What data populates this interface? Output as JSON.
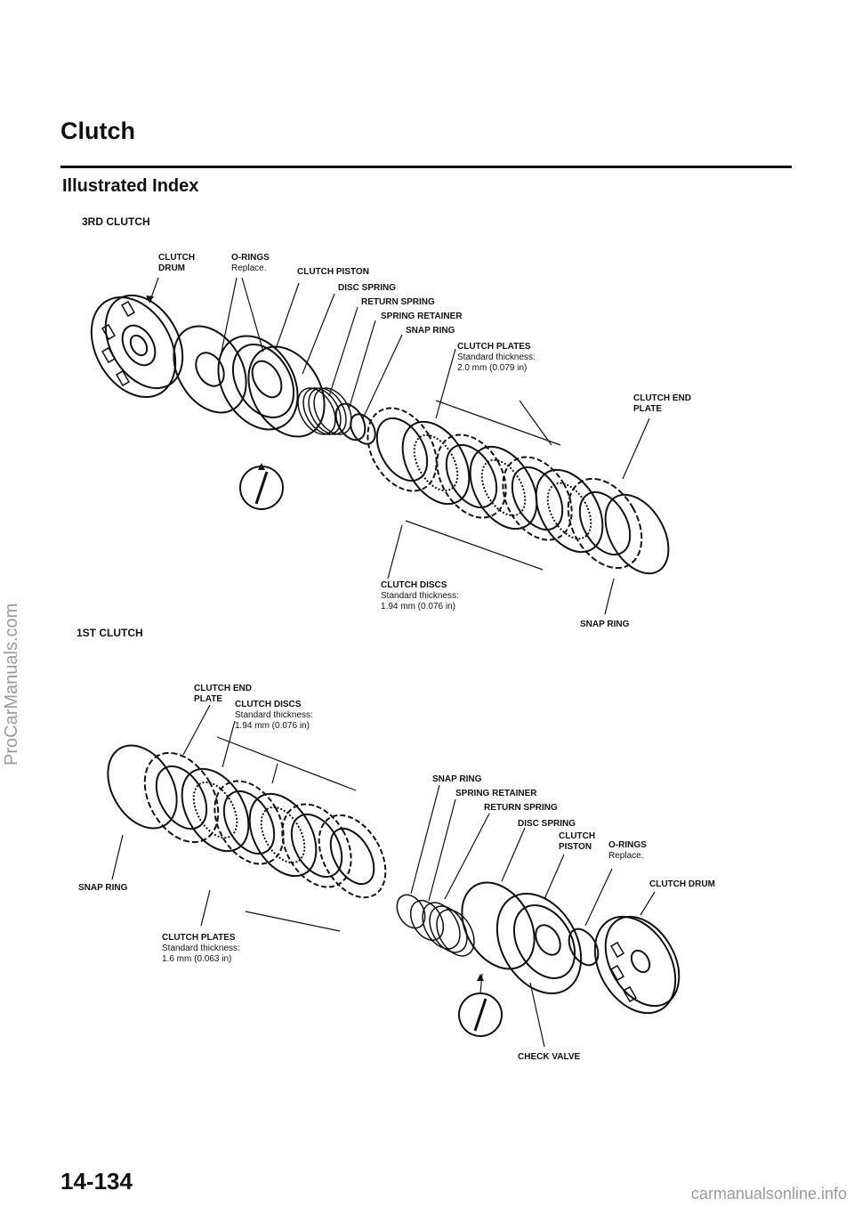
{
  "page": {
    "title": "Clutch",
    "subtitle": "Illustrated Index",
    "page_number": "14-134",
    "watermark": "ProCarManuals.com",
    "footer": "carmanualsonline.info"
  },
  "third_clutch": {
    "heading": "3RD CLUTCH",
    "labels": {
      "clutch_drum": "CLUTCH\nDRUM",
      "o_rings": "O-RINGS",
      "o_rings_note": "Replace.",
      "clutch_piston": "CLUTCH PISTON",
      "disc_spring": "DISC SPRING",
      "return_spring": "RETURN SPRING",
      "spring_retainer": "SPRING RETAINER",
      "snap_ring_top": "SNAP RING",
      "clutch_plates": "CLUTCH PLATES",
      "clutch_plates_note": "Standard thickness:\n2.0 mm (0.079 in)",
      "clutch_end_plate": "CLUTCH END\nPLATE",
      "clutch_discs": "CLUTCH DISCS",
      "clutch_discs_note": "Standard thickness:\n1.94 mm (0.076 in)",
      "snap_ring_bottom": "SNAP RING"
    }
  },
  "first_clutch": {
    "heading": "1ST CLUTCH",
    "labels": {
      "clutch_end_plate": "CLUTCH END\nPLATE",
      "clutch_discs": "CLUTCH DISCS",
      "clutch_discs_note": "Standard thickness:\n1.94 mm (0.076 in)",
      "snap_ring_left": "SNAP RING",
      "snap_ring": "SNAP RING",
      "spring_retainer": "SPRING RETAINER",
      "return_spring": "RETURN SPRING",
      "disc_spring": "DISC SPRING",
      "clutch_piston": "CLUTCH\nPISTON",
      "o_rings": "O-RINGS",
      "o_rings_note": "Replace.",
      "clutch_drum": "CLUTCH DRUM",
      "clutch_plates": "CLUTCH PLATES",
      "clutch_plates_note": "Standard thickness:\n1.6 mm (0.063 in)",
      "check_valve": "CHECK VALVE"
    }
  }
}
